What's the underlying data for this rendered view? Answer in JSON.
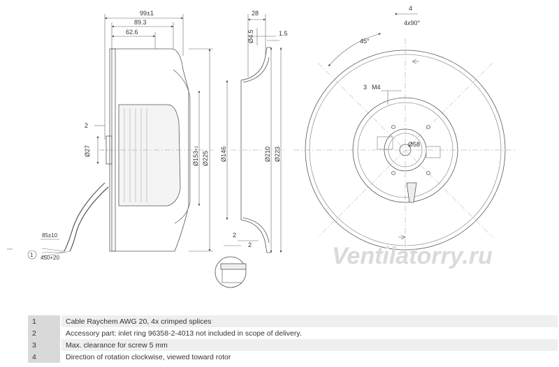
{
  "dimensions": {
    "width_overall": "99±1",
    "width_89": "89.3",
    "width_62": "62.6",
    "gap_2": "2",
    "hub_dia": "Ø27",
    "dia_153": "Ø153",
    "dia_153_tol": "+1",
    "dia_225": "Ø225",
    "cable_85": "85±10",
    "cable_450": "450+20",
    "ring_28": "28",
    "ring_45": "Ø4.5",
    "ring_15": "1.5",
    "ring_146": "Ø146",
    "ring_210": "Ø210",
    "ring_223": "Ø223",
    "ring_gap_2a": "2",
    "ring_gap_2b": "2",
    "rot_note": "4",
    "holes": "4x90°",
    "angle": "45°",
    "thread_label": "3",
    "thread": "M4",
    "center_dia": "Ø58"
  },
  "callouts": {
    "one": "1"
  },
  "watermark": "Ventilatorry.ru",
  "legend": [
    {
      "num": "1",
      "text": "Cable Raychem AWG 20, 4x crimped splices"
    },
    {
      "num": "2",
      "text": "Accessory part: inlet ring 96358-2-4013 not included in scope of delivery."
    },
    {
      "num": "3",
      "text": "Max. clearance for screw 5 mm"
    },
    {
      "num": "4",
      "text": "Direction of rotation clockwise, viewed toward rotor"
    }
  ]
}
